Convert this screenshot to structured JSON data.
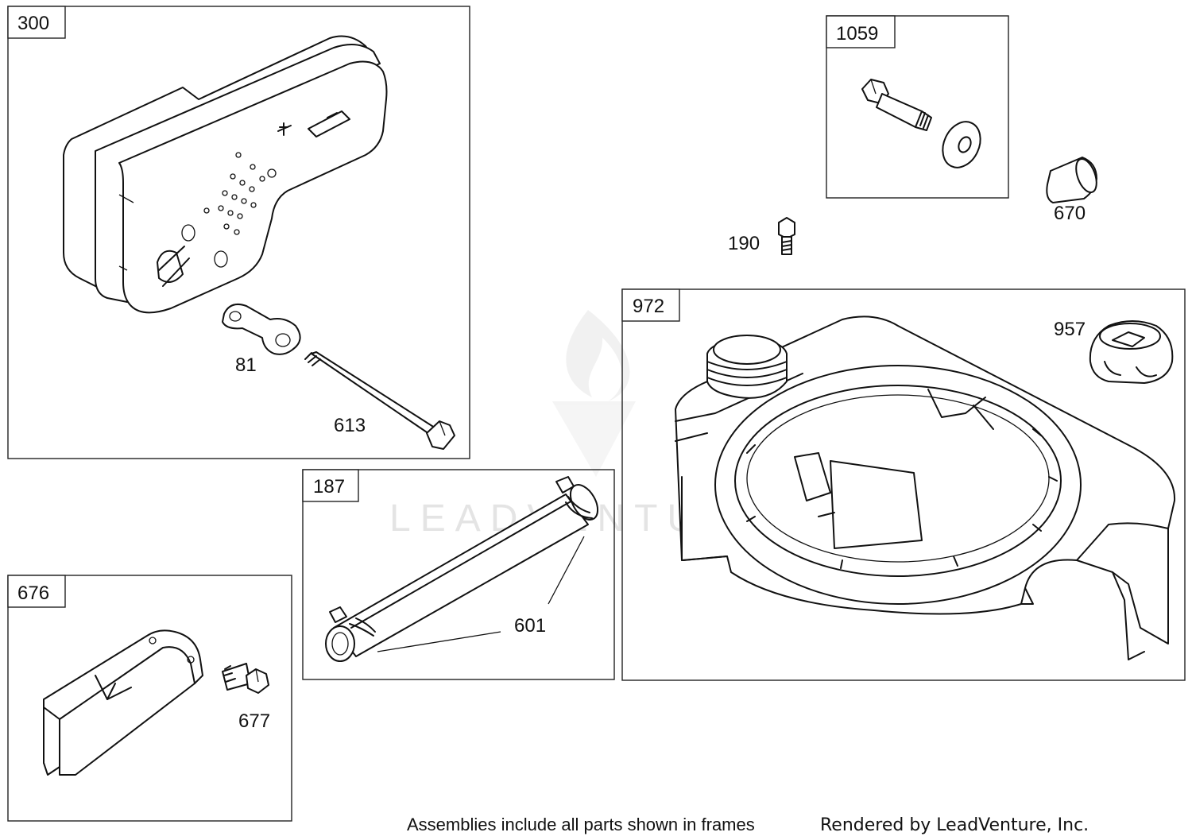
{
  "frames": {
    "f300": "300",
    "f1059": "1059",
    "f972": "972",
    "f187": "187",
    "f676": "676"
  },
  "callouts": {
    "c81": "81",
    "c613": "613",
    "c670": "670",
    "c190": "190",
    "c957": "957",
    "c601": "601",
    "c677": "677"
  },
  "watermark": "LEADVENTURE",
  "footer": {
    "note": "Assemblies include all parts shown in frames",
    "credit": "Rendered by LeadVenture, Inc."
  }
}
